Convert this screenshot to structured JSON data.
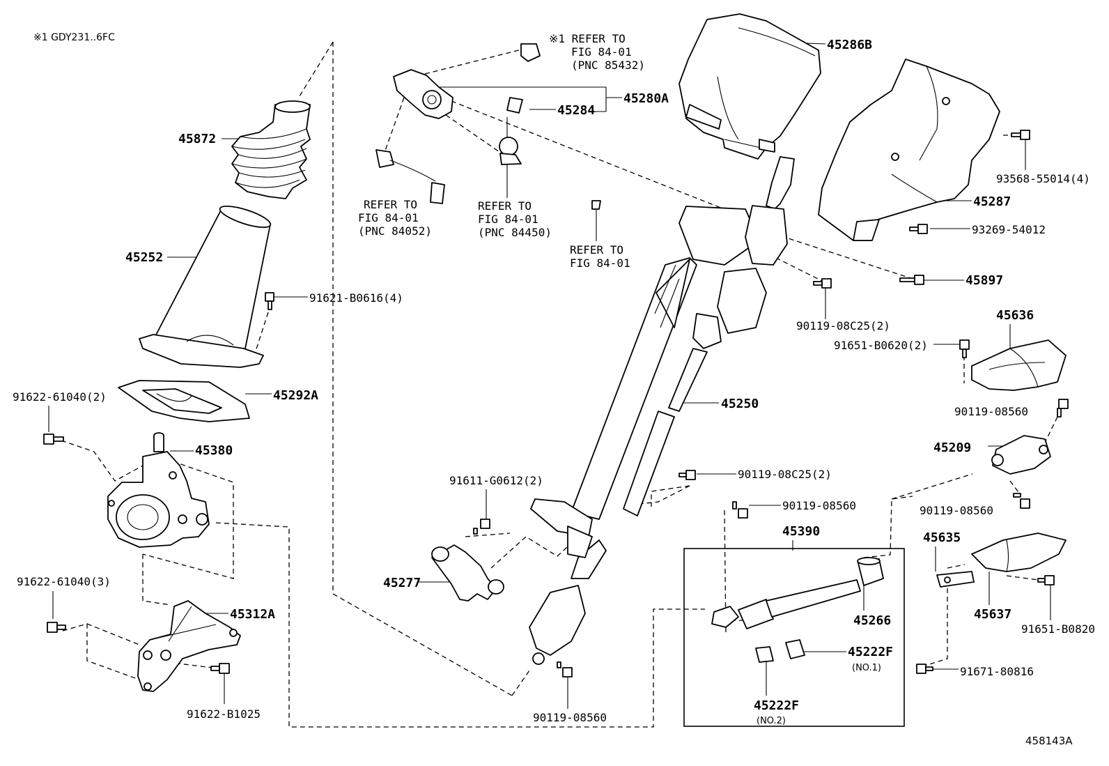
{
  "note": "※1 GDY231..6FC",
  "diagram_id": "458143A",
  "parts": {
    "p45872": "45872",
    "p45252": "45252",
    "p45292A": "45292A",
    "p45380": "45380",
    "p45312A": "45312A",
    "p45286B": "45286B",
    "p45280A": "45280A",
    "p45284": "45284",
    "p45287": "45287",
    "p45897": "45897",
    "p45636": "45636",
    "p45250": "45250",
    "p45209": "45209",
    "p45390": "45390",
    "p45266": "45266",
    "p45222F_1": "45222F",
    "p45222F_1_sub": "(NO.1)",
    "p45222F_2": "45222F",
    "p45222F_2_sub": "(NO.2)",
    "p45277": "45277",
    "p45635": "45635",
    "p45637": "45637"
  },
  "fasteners": {
    "f91621": "91621-B0616(4)",
    "f91622a": "91622-61040(2)",
    "f91622b": "91622-61040(3)",
    "f91622c": "91622-B1025",
    "f93568": "93568-55014(4)",
    "f93269": "93269-54012",
    "f90119_08C25_a": "90119-08C25(2)",
    "f91651_B0620": "91651-B0620(2)",
    "f90119_08560_a": "90119-08560",
    "f90119_08C25_b": "90119-08C25(2)",
    "f90119_08560_b": "90119-08560",
    "f90119_08560_c": "90119-08560",
    "f91611": "91611-G0612(2)",
    "f90119_08560_d": "90119-08560",
    "f91651_B0820": "91651-B0820",
    "f91671": "91671-80816"
  },
  "refs": {
    "r1_line1": "※1 REFER TO",
    "r1_line2": "FIG 84-01",
    "r1_line3": "(PNC 85432)",
    "r2_line1": "REFER TO",
    "r2_line2": "FIG 84-01",
    "r2_line3": "(PNC 84052)",
    "r3_line1": "REFER TO",
    "r3_line2": "FIG 84-01",
    "r3_line3": "(PNC 84450)",
    "r4_line1": "REFER TO",
    "r4_line2": "FIG 84-01"
  }
}
